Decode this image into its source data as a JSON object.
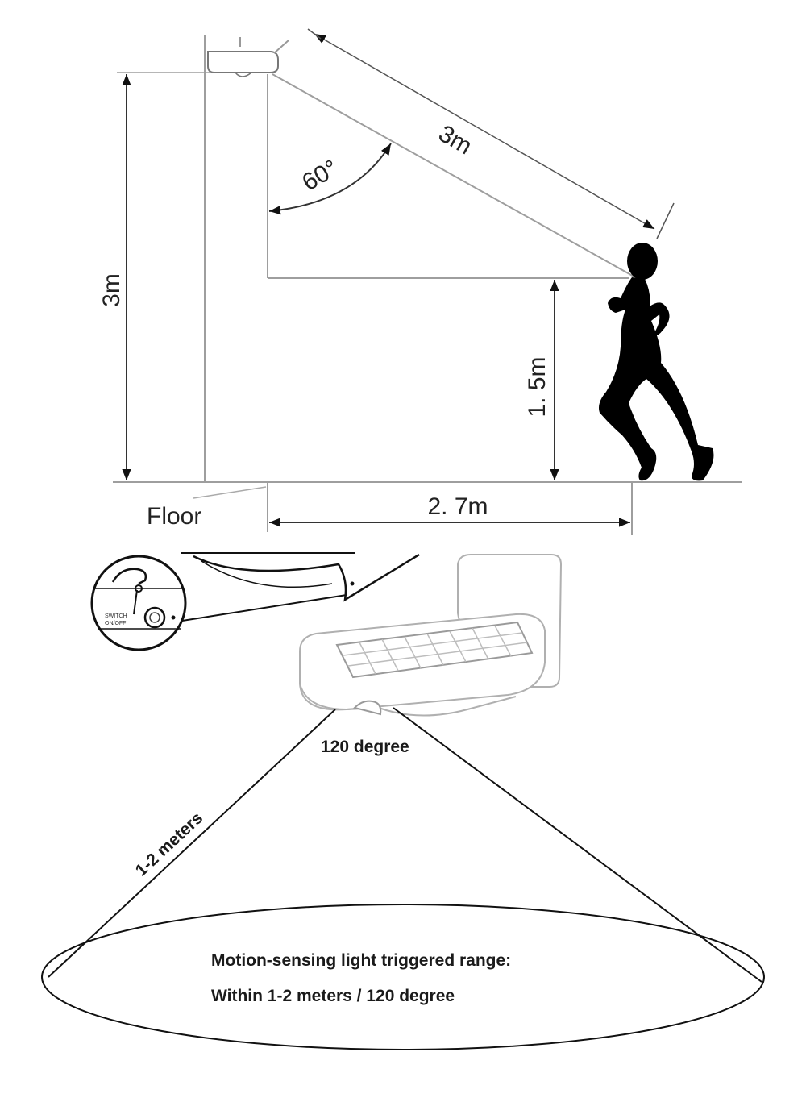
{
  "diagram": {
    "top": {
      "height_label": "3m",
      "angle_label": "60°",
      "distance_label": "3m",
      "person_height_label": "1. 5m",
      "floor_label": "Floor",
      "horizontal_label": "2. 7m"
    },
    "bottom": {
      "switch_label_line1": "SWITCH",
      "switch_label_line2": "ON/OFF",
      "angle_label": "120 degree",
      "range_label": "1-2 meters",
      "info_line1": "Motion-sensing light triggered range:",
      "info_line2": "Within 1-2 meters / 120 degree"
    },
    "colors": {
      "line": "#555555",
      "light_line": "#bdbdbd",
      "silhouette": "#000000",
      "text": "#222222"
    }
  }
}
